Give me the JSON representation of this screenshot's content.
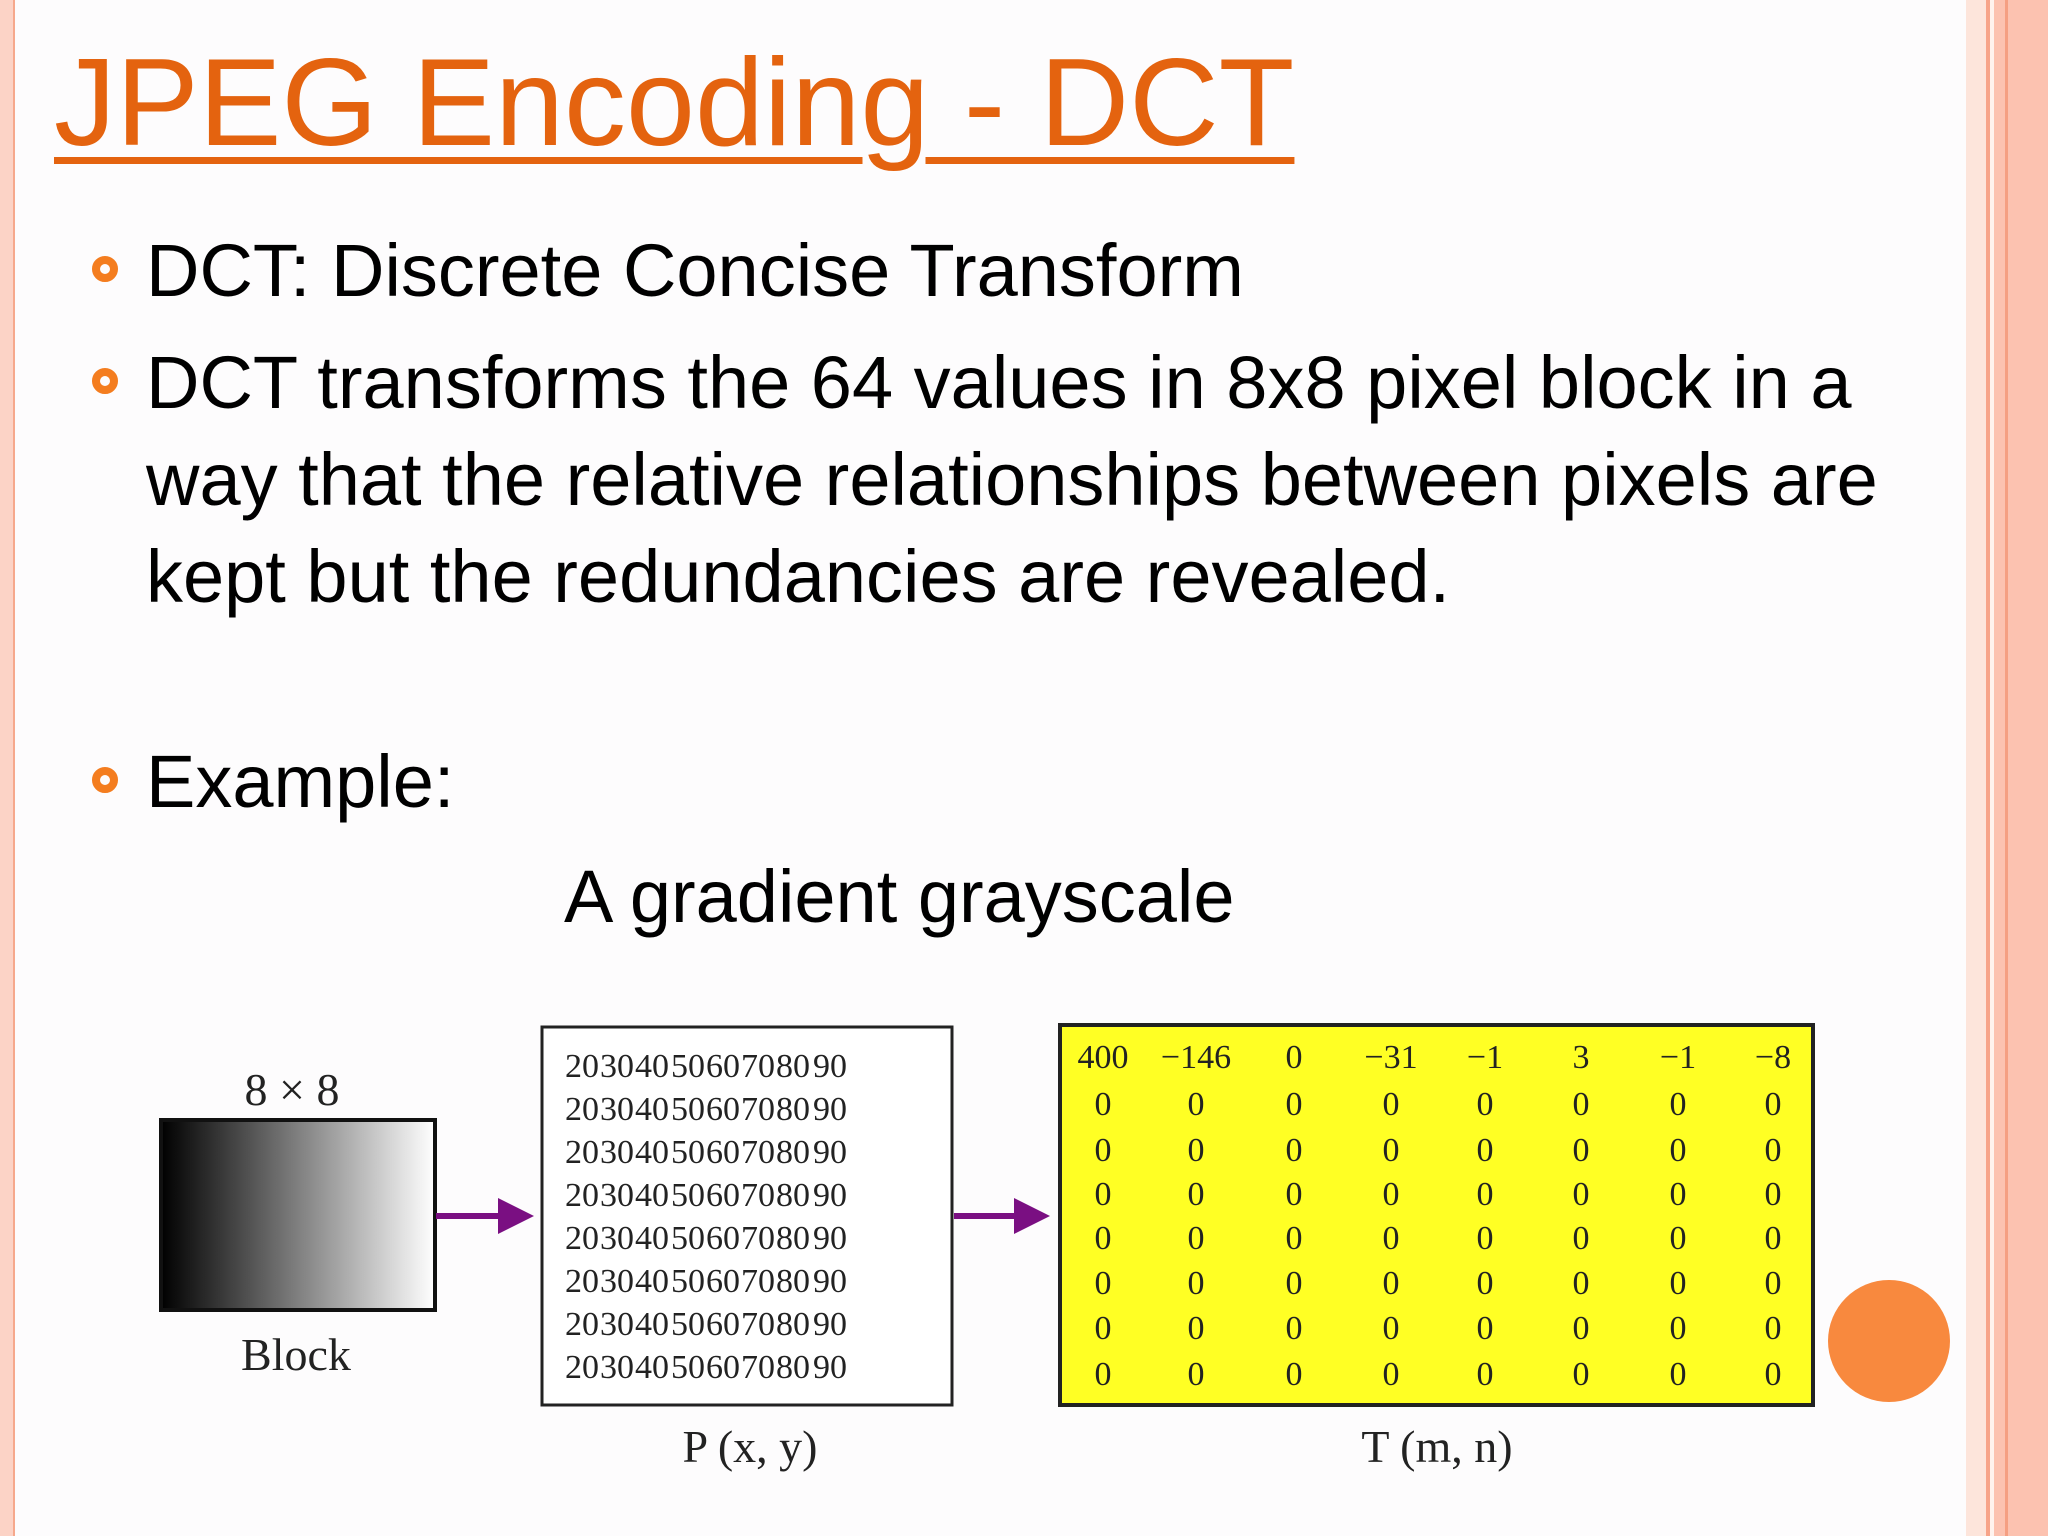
{
  "slide": {
    "title": "JPEG Encoding - DCT",
    "bullets": [
      "DCT: Discrete Concise Transform",
      "DCT transforms the 64 values in 8x8 pixel block in a way that the relative relationships between pixels are kept but the redundancies are revealed.",
      "Example:"
    ],
    "caption": "A gradient grayscale"
  },
  "figure": {
    "block_size_label": "8 × 8",
    "block_label": "Block",
    "p_label": "P (x, y)",
    "t_label": "T (m, n)",
    "p_matrix": [
      [
        "20",
        "30",
        "40",
        "50",
        "60",
        "70",
        "80",
        "90"
      ],
      [
        "20",
        "30",
        "40",
        "50",
        "60",
        "70",
        "80",
        "90"
      ],
      [
        "20",
        "30",
        "40",
        "50",
        "60",
        "70",
        "80",
        "90"
      ],
      [
        "20",
        "30",
        "40",
        "50",
        "60",
        "70",
        "80",
        "90"
      ],
      [
        "20",
        "30",
        "40",
        "50",
        "60",
        "70",
        "80",
        "90"
      ],
      [
        "20",
        "30",
        "40",
        "50",
        "60",
        "70",
        "80",
        "90"
      ],
      [
        "20",
        "30",
        "40",
        "50",
        "60",
        "70",
        "80",
        "90"
      ],
      [
        "20",
        "30",
        "40",
        "50",
        "60",
        "70",
        "80",
        "90"
      ]
    ],
    "t_matrix": [
      [
        "400",
        "−146",
        "0",
        "−31",
        "−1",
        "3",
        "−1",
        "−8"
      ],
      [
        "0",
        "0",
        "0",
        "0",
        "0",
        "0",
        "0",
        "0"
      ],
      [
        "0",
        "0",
        "0",
        "0",
        "0",
        "0",
        "0",
        "0"
      ],
      [
        "0",
        "0",
        "0",
        "0",
        "0",
        "0",
        "0",
        "0"
      ],
      [
        "0",
        "0",
        "0",
        "0",
        "0",
        "0",
        "0",
        "0"
      ],
      [
        "0",
        "0",
        "0",
        "0",
        "0",
        "0",
        "0",
        "0"
      ],
      [
        "0",
        "0",
        "0",
        "0",
        "0",
        "0",
        "0",
        "0"
      ],
      [
        "0",
        "0",
        "0",
        "0",
        "0",
        "0",
        "0",
        "0"
      ]
    ]
  },
  "colors": {
    "title": "#e4630f",
    "bullet_ring": "#f47d1f",
    "arrow": "#7a0f82",
    "t_matrix_bg": "#ffff24",
    "accent_dot": "#f8893e"
  }
}
